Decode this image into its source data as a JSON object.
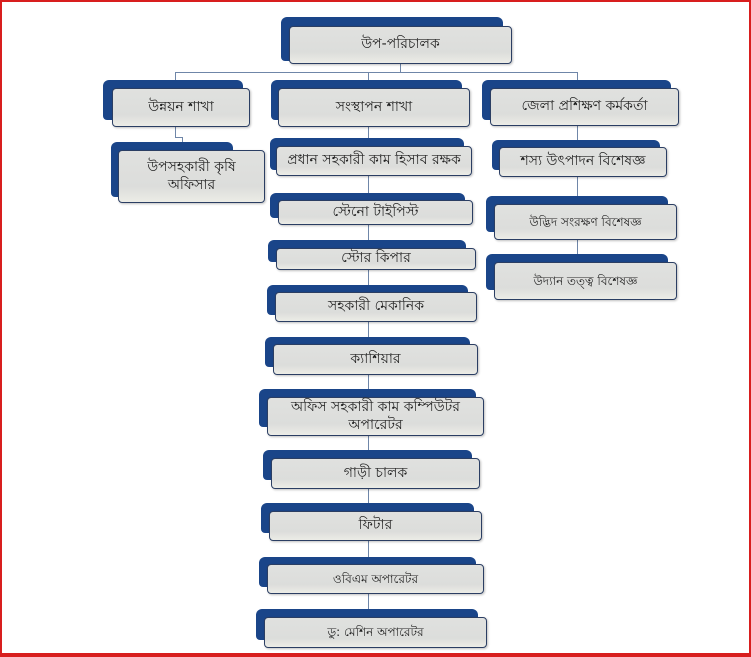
{
  "chart_title": "উপ-পরিচালক",
  "branches": [
    {
      "label": "উন্নয়ন শাখা",
      "children": [
        "উপসহকারী কৃষি অফিসার"
      ]
    },
    {
      "label": "সংস্থাপন শাখা",
      "children": [
        "প্রধান সহকারী কাম হিসাব রক্ষক",
        "স্টেনো টাইপিস্ট",
        "স্টোর কিপার",
        "সহকারী মেকানিক",
        "ক্যাশিয়ার",
        "অফিস সহকারী কাম কম্পিউটর অপারেটর",
        "গাড়ী চালক",
        "ফিটার",
        "ওবিএম অপারেটর",
        "ডু: মেশিন অপারেটর"
      ]
    },
    {
      "label": "জেলা প্রশিক্ষণ কর্মকর্তা",
      "children": [
        "শস্য উৎপাদন বিশেষজ্ঞ",
        "উদ্ভিদ সংরক্ষণ বিশেষজ্ঞ",
        "উদ্যান তত্ত্ব বিশেষজ্ঞ"
      ]
    }
  ],
  "colors": {
    "node_back": "#1a4589",
    "node_front": "#dcdddb",
    "frame": "#d81e1e"
  }
}
